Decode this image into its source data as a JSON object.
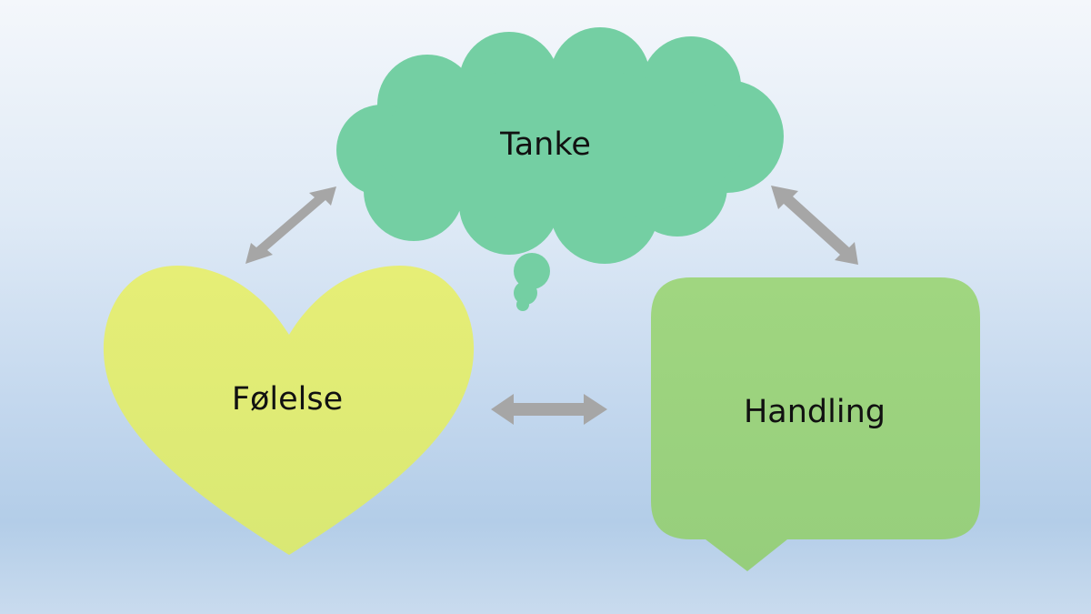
{
  "nodes": {
    "thought": {
      "label": "Tanke",
      "color": "#74cfa3"
    },
    "feeling": {
      "label": "Følelse",
      "color": "#e4ec72"
    },
    "action": {
      "label": "Handling",
      "color": "#9cd27e"
    }
  },
  "arrow_color": "#a6a6a6",
  "edges": [
    {
      "from": "Følelse",
      "to": "Tanke",
      "direction": "bidirectional"
    },
    {
      "from": "Tanke",
      "to": "Handling",
      "direction": "bidirectional"
    },
    {
      "from": "Følelse",
      "to": "Handling",
      "direction": "bidirectional"
    }
  ]
}
